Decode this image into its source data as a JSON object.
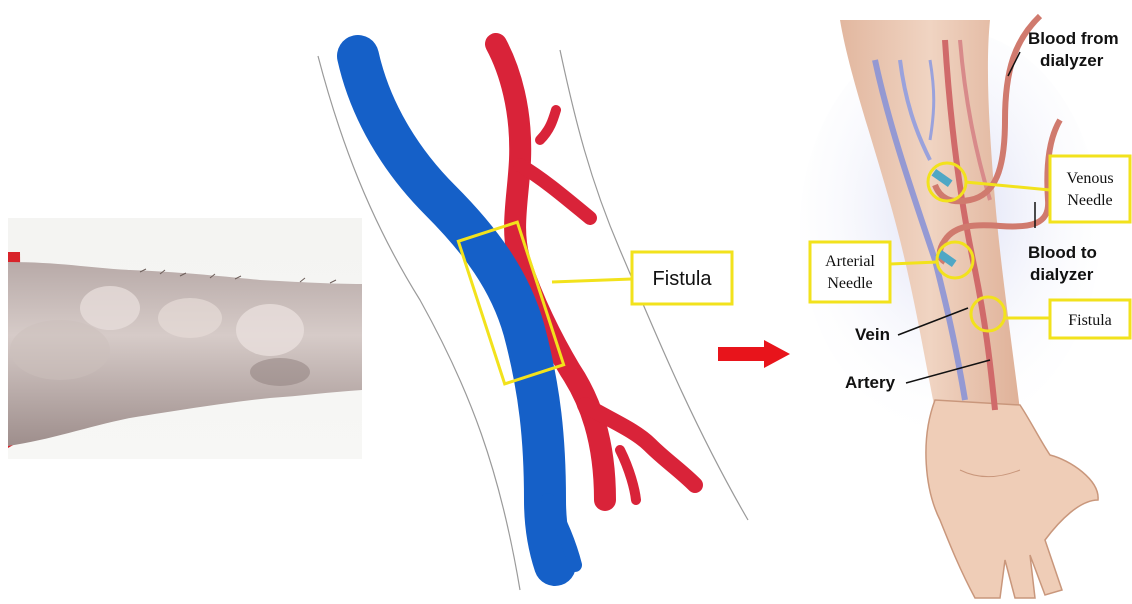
{
  "photo": {
    "description_icon": "forearm-fistula-photo"
  },
  "sketch": {
    "fistula_label": "Fistula"
  },
  "arrow": {
    "icon": "right-arrow-icon",
    "color": "#e8141b"
  },
  "diagram": {
    "blood_from_line1": "Blood from",
    "blood_from_line2": "dialyzer",
    "blood_to_line1": "Blood to",
    "blood_to_line2": "dialyzer",
    "venous_line1": "Venous",
    "venous_line2": "Needle",
    "arterial_line1": "Arterial",
    "arterial_line2": "Needle",
    "fistula_label": "Fistula",
    "vein_label": "Vein",
    "artery_label": "Artery"
  },
  "colors": {
    "callout_yellow": "#f2e21c",
    "vein_blue": "#1560c8",
    "artery_red": "#d92339",
    "skin": "#ecc9b2"
  }
}
